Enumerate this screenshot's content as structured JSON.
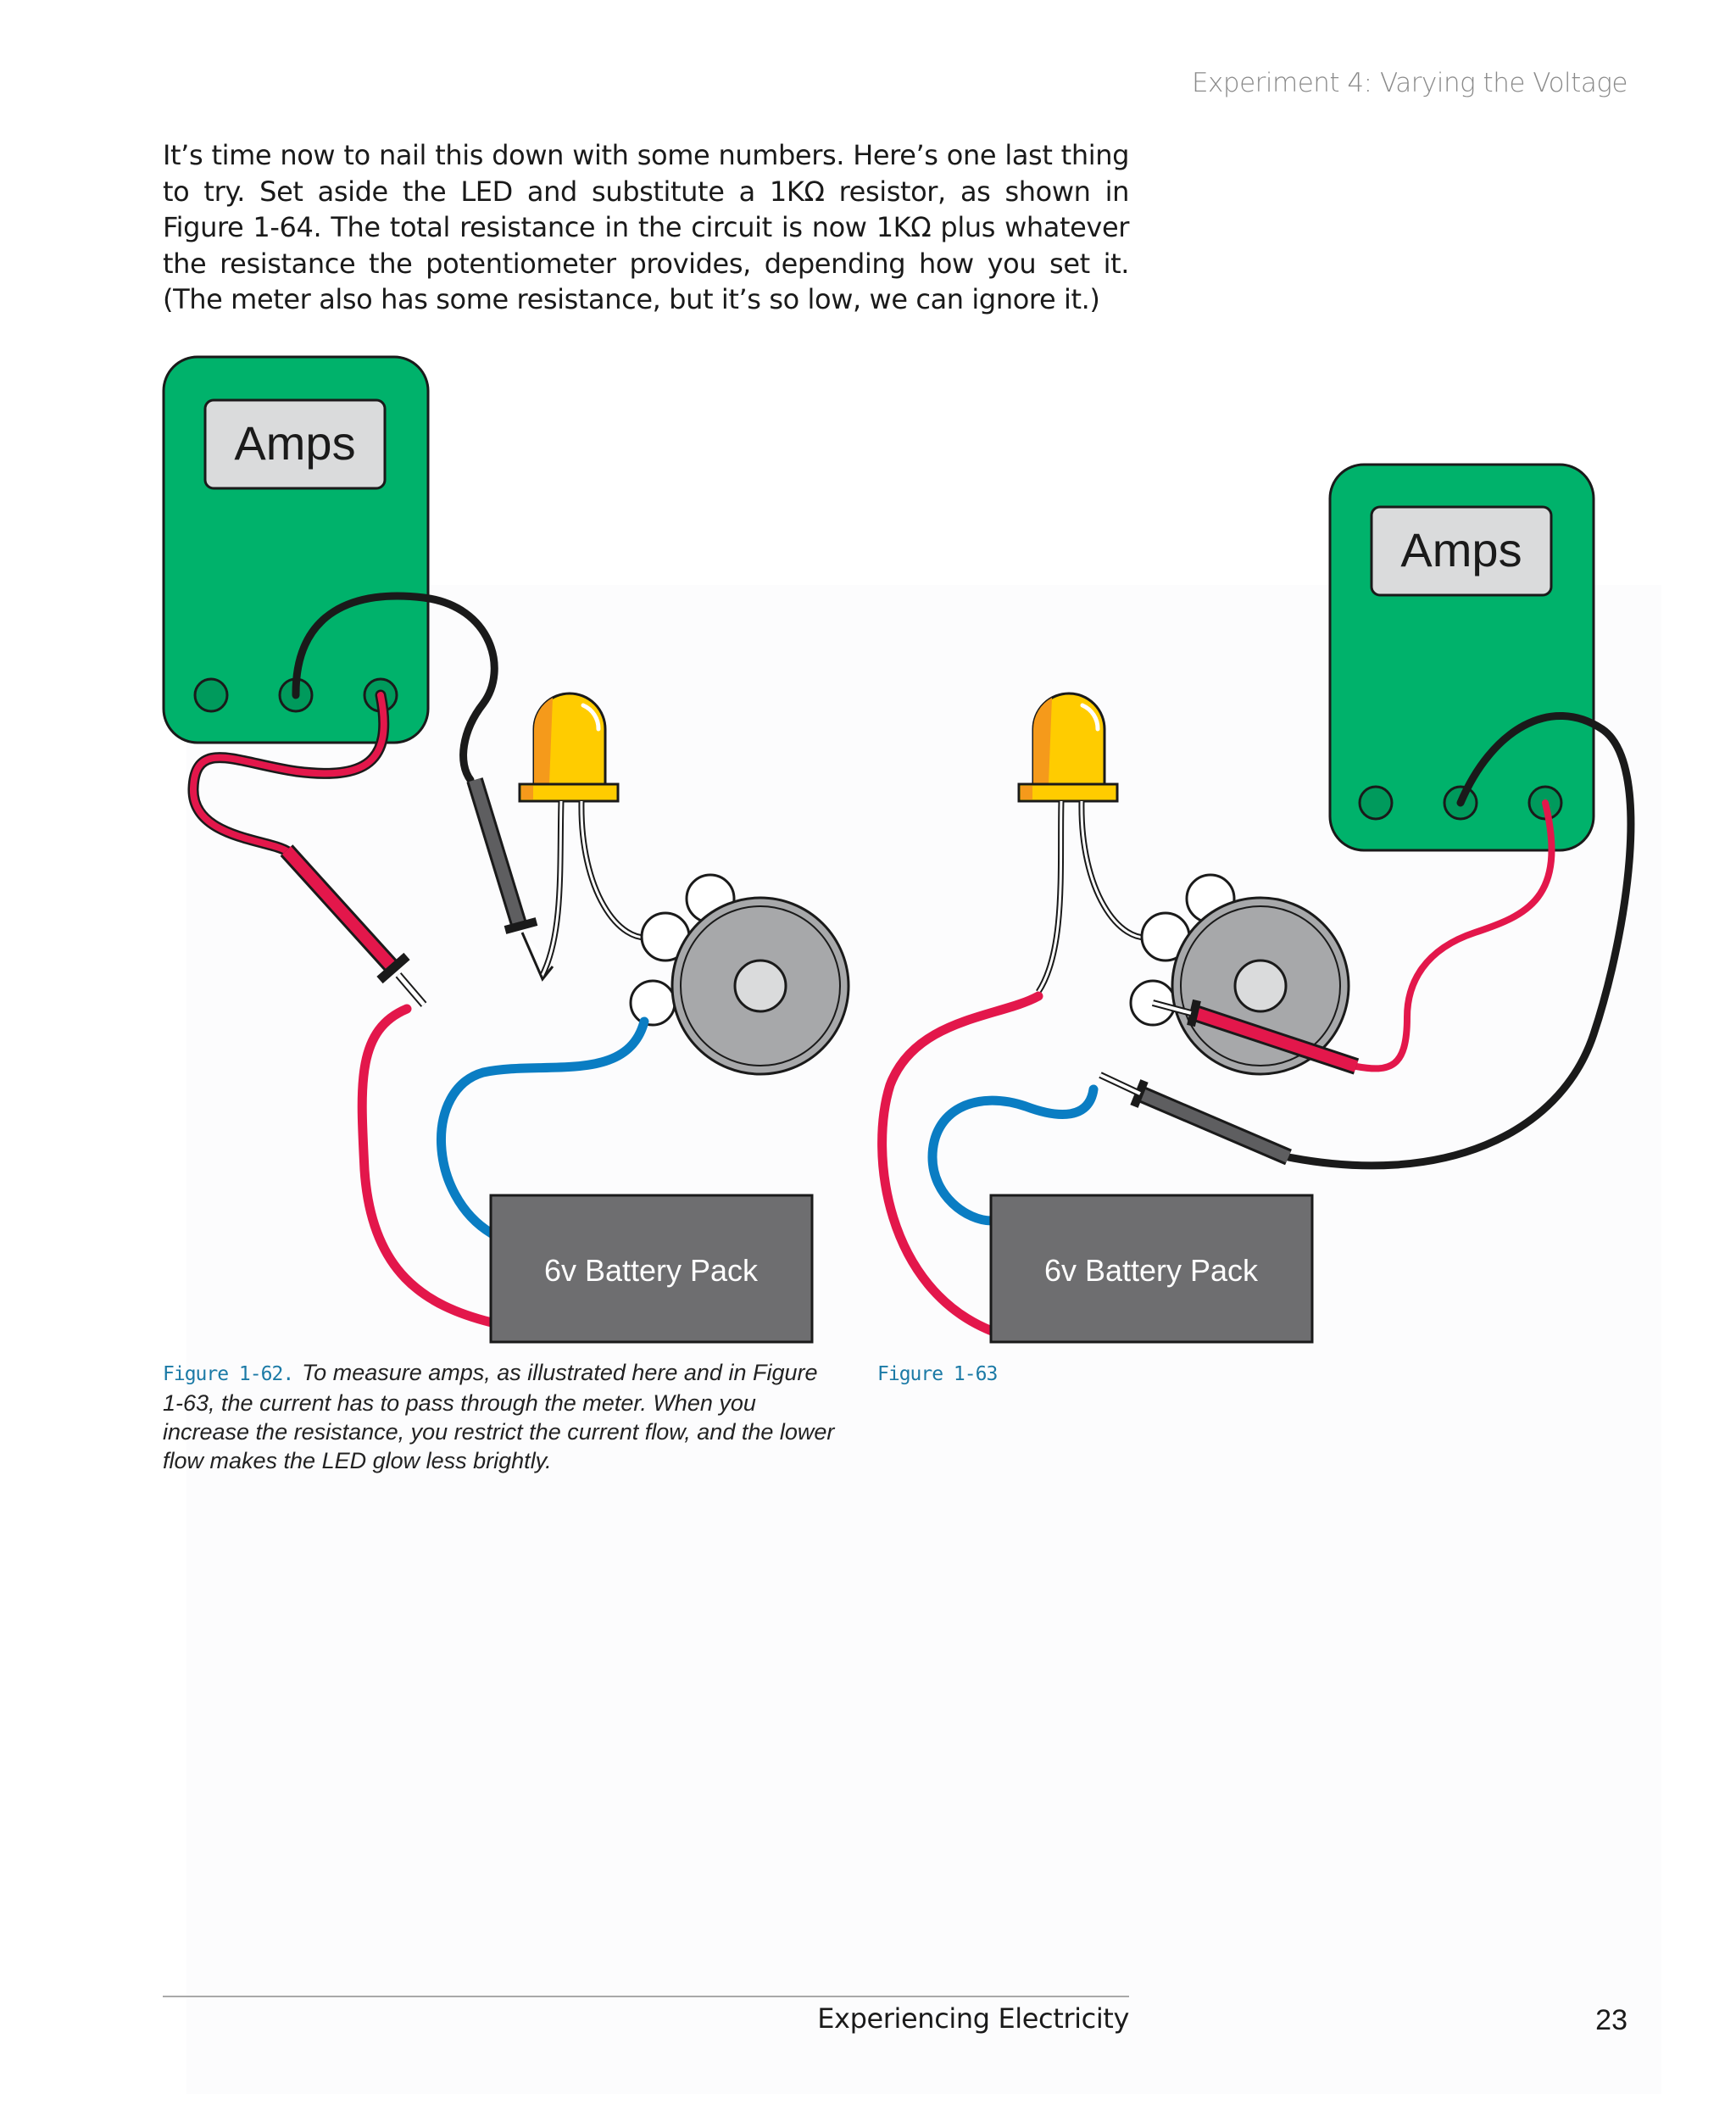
{
  "header": {
    "running_head": "Experiment 4: Varying the Voltage"
  },
  "body": {
    "paragraph": "It’s time now to nail this down with some numbers. Here’s one last thing to try. Set aside the LED and substitute a 1KΩ resistor, as shown in Figure 1-64. The total resistance in the circuit is now 1KΩ plus whatever the resistance the potentiometer provides, depending how you set it. (The meter also has some resistance, but it’s so low, we can ignore it.)"
  },
  "figures": [
    {
      "meter_label": "Amps",
      "battery_label": "6v Battery Pack",
      "caption_label": "Figure 1-62.",
      "caption_text": "To measure amps, as illustrated here and in Figure 1-63, the current has to pass through the meter. When you increase the resistance, you restrict the current flow, and the lower flow makes the LED glow less brightly."
    },
    {
      "meter_label": "Amps",
      "battery_label": "6v Battery Pack",
      "caption_label": "Figure 1-63",
      "caption_text": ""
    }
  ],
  "footer": {
    "title": "Experiencing Electricity",
    "page_number": "23"
  },
  "colors": {
    "meter_green": "#00b26b",
    "wire_red": "#e3174b",
    "wire_blue": "#0a7dc3",
    "wire_black": "#1a1a1a",
    "led_yellow": "#ffcc00",
    "led_orange": "#f59a1b",
    "battery_gray": "#6e6e70",
    "pot_gray": "#a7a8aa",
    "caption_label_blue": "#1b7aa6"
  }
}
